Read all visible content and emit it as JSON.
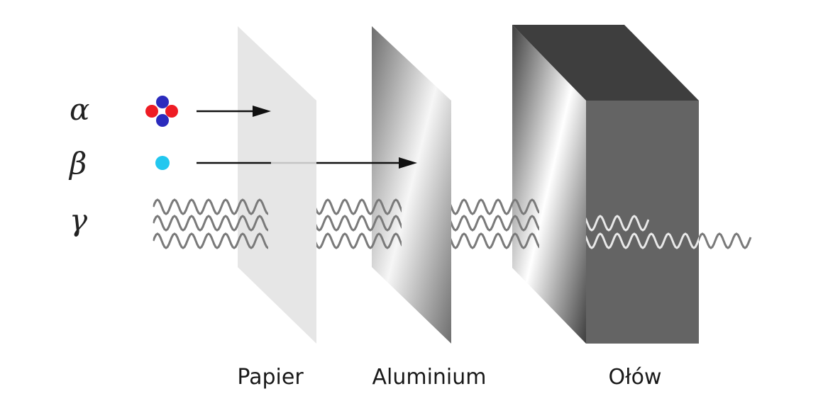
{
  "radiations": [
    {
      "symbol": "α",
      "particle": "alpha-particle"
    },
    {
      "symbol": "β",
      "particle": "beta-particle"
    },
    {
      "symbol": "γ",
      "particle": "gamma-wave"
    }
  ],
  "materials": [
    {
      "label": "Papier"
    },
    {
      "label": "Aluminium"
    },
    {
      "label": "Ołów"
    }
  ],
  "colors": {
    "proton": "#ee1c24",
    "neutron": "#2b2bbd",
    "electron": "#22c7ef",
    "wave": "#7a7a7a",
    "arrow": "#111111",
    "paper": "#e6e6e6",
    "lead_front": "#646464",
    "lead_top": "#3e3e3e"
  }
}
